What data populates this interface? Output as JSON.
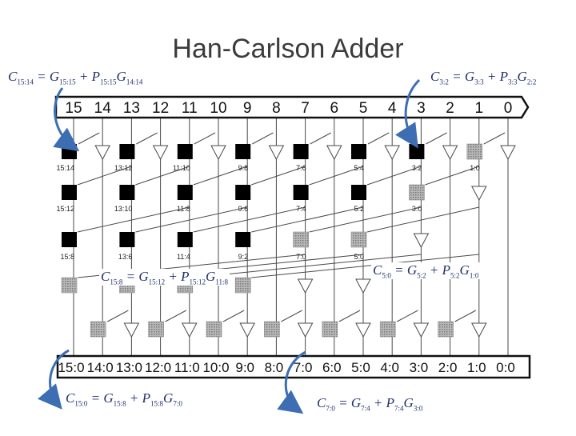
{
  "title": "Han-Carlson Adder",
  "input_bits": [
    "15",
    "14",
    "13",
    "12",
    "11",
    "10",
    "9",
    "8",
    "7",
    "6",
    "5",
    "4",
    "3",
    "2",
    "1",
    "0"
  ],
  "output_labels": [
    "15:0",
    "14:0",
    "13:0",
    "12:0",
    "11:0",
    "10:0",
    "9:0",
    "8:0",
    "7:0",
    "6:0",
    "5:0",
    "4:0",
    "3:0",
    "2:0",
    "1:0",
    "0:0"
  ],
  "stage_labels": {
    "stage1": [
      [
        "15:14",
        15
      ],
      [
        "13:12",
        13
      ],
      [
        "11:10",
        11
      ],
      [
        "9:8",
        9
      ],
      [
        "7:6",
        7
      ],
      [
        "5:4",
        5
      ],
      [
        "3:2",
        3
      ],
      [
        "1:0",
        1
      ]
    ],
    "stage2": [
      [
        "15:12",
        15
      ],
      [
        "13:10",
        13
      ],
      [
        "11:8",
        11
      ],
      [
        "9:6",
        9
      ],
      [
        "7:4",
        7
      ],
      [
        "5:2",
        5
      ],
      [
        "3:0",
        3
      ]
    ],
    "stage3": [
      [
        "15:8",
        15
      ],
      [
        "13:6",
        13
      ],
      [
        "11:4",
        11
      ],
      [
        "9:2",
        9
      ],
      [
        "7:0",
        7
      ],
      [
        "5:0",
        5
      ]
    ]
  },
  "equations": {
    "c15_14": {
      "lhs": "C",
      "lhs_sub": "15:14",
      "t1": "G",
      "t1_sub": "15:15",
      "t2a": "P",
      "t2a_sub": "15:15",
      "t2b": "G",
      "t2b_sub": "14:14"
    },
    "c3_2": {
      "lhs": "C",
      "lhs_sub": "3:2",
      "t1": "G",
      "t1_sub": "3:3",
      "t2a": "P",
      "t2a_sub": "3:3",
      "t2b": "G",
      "t2b_sub": "2:2"
    },
    "c15_8": {
      "lhs": "C",
      "lhs_sub": "15:8",
      "t1": "G",
      "t1_sub": "15:12",
      "t2a": "P",
      "t2a_sub": "15:12",
      "t2b": "G",
      "t2b_sub": "11:8"
    },
    "c5_0": {
      "lhs": "C",
      "lhs_sub": "5:0",
      "t1": "G",
      "t1_sub": "5:2",
      "t2a": "P",
      "t2a_sub": "5:2",
      "t2b": "G",
      "t2b_sub": "1:0"
    },
    "c15_0": {
      "lhs": "C",
      "lhs_sub": "15:0",
      "t1": "G",
      "t1_sub": "15:8",
      "t2a": "P",
      "t2a_sub": "15:8",
      "t2b": "G",
      "t2b_sub": "7:0"
    },
    "c7_0": {
      "lhs": "C",
      "lhs_sub": "7:0",
      "t1": "G",
      "t1_sub": "7:4",
      "t2a": "P",
      "t2a_sub": "7:4",
      "t2b": "G",
      "t2b_sub": "3:0"
    }
  },
  "colors": {
    "black_cell": "#000000",
    "gray_cell": "#9a9a9a",
    "wire": "#4a4a4a",
    "arrow": "#3d6db3",
    "equation_text": "#1f2f6b",
    "title_text": "#3b3b3b"
  }
}
